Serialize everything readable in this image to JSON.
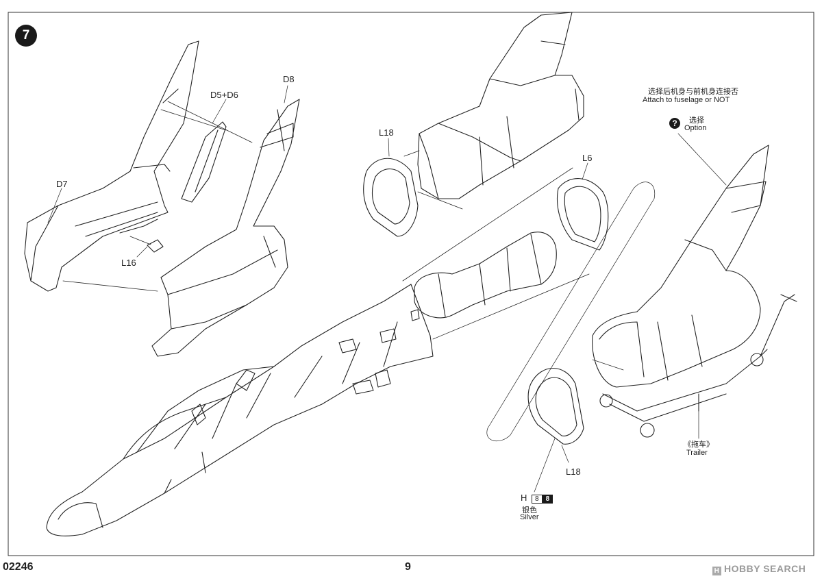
{
  "step": {
    "number": "7"
  },
  "labels": {
    "d7": "D7",
    "d5d6": "D5+D6",
    "d8": "D8",
    "l16": "L16",
    "l18_top": "L18",
    "l6": "L6",
    "l18_bottom": "L18"
  },
  "option_note": {
    "cn_attach": "选择后机身与前机身连接否",
    "en_attach": "Attach to fuselage or NOT",
    "icon": "?",
    "cn_option": "选择",
    "en_option": "Option"
  },
  "trailer": {
    "cn": "《拖车》",
    "en": "Trailer"
  },
  "paint": {
    "letter": "H",
    "code1": "8",
    "code2": "8",
    "cn": "银色",
    "en": "Silver"
  },
  "footer": {
    "code": "02246",
    "page": "9",
    "watermark_icon": "H",
    "watermark": "HOBBY SEARCH"
  },
  "colors": {
    "ink": "#222222",
    "background": "#ffffff",
    "watermark": "#999999"
  }
}
